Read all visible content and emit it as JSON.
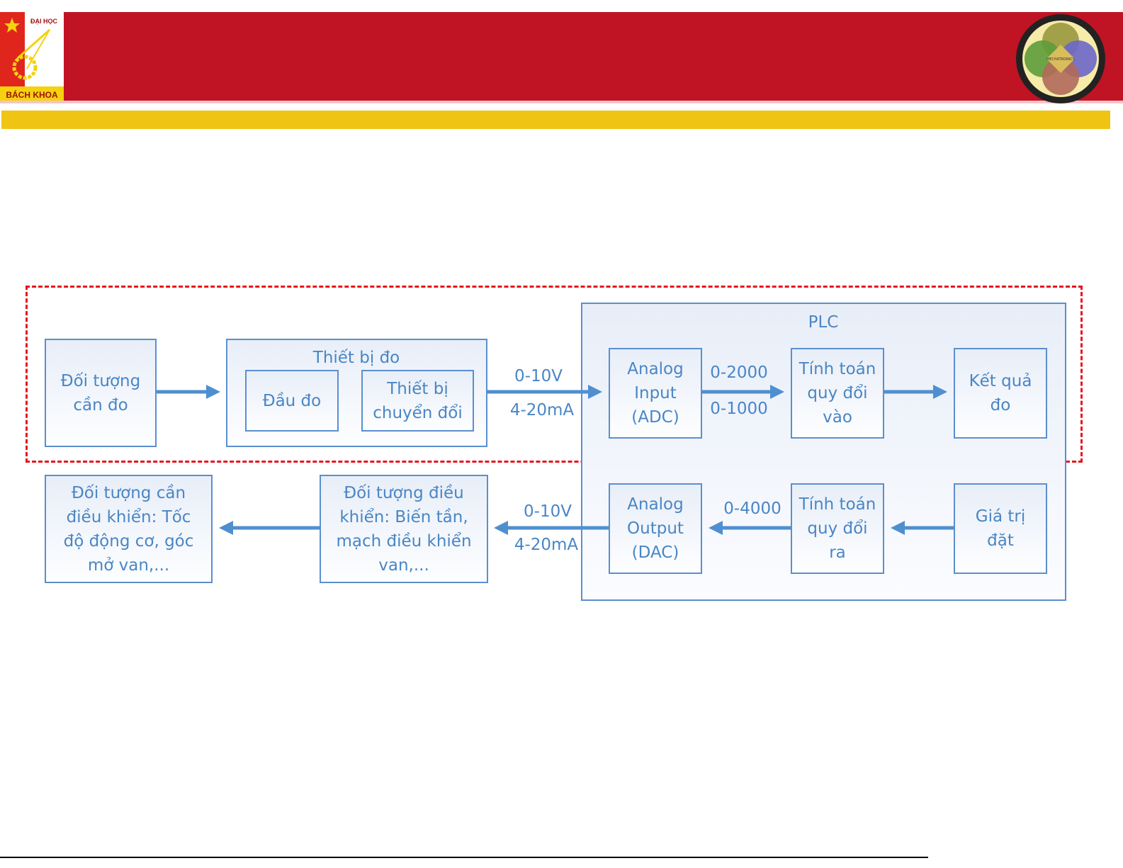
{
  "header": {
    "logo_text_top": "ĐẠI HỌC",
    "logo_text_bottom": "BÁCH KHOA",
    "emblem_text": "MECHATRONICS",
    "colors": {
      "red": "#c01323",
      "yellow": "#f0c413",
      "accent": "#4a86c5",
      "dash": "#e8141c"
    }
  },
  "diagram": {
    "plc_label": "PLC",
    "measure_object": "Đối tượng cần đo",
    "device_group": "Thiết bị đo",
    "sensor": "Đầu đo",
    "converter": "Thiết bị chuyển đổi",
    "signal_in_v": "0-10V",
    "signal_in_ma": "4-20mA",
    "analog_input": "Analog Input (ADC)",
    "range_2000": "0-2000",
    "range_1000": "0-1000",
    "calc_in": "Tính toán quy đổi vào",
    "result": "Kết quả đo",
    "setpoint": "Giá trị đặt",
    "calc_out": "Tính toán quy đổi ra",
    "range_4000": "0-4000",
    "analog_output": "Analog Output (DAC)",
    "signal_out_v": "0-10V",
    "signal_out_ma": "4-20mA",
    "actuator": "Đối tượng điều khiển: Biến tần, mạch điều khiển van,...",
    "controlled_object": "Đối tượng cần điều khiển: Tốc độ động cơ, góc mở van,..."
  }
}
